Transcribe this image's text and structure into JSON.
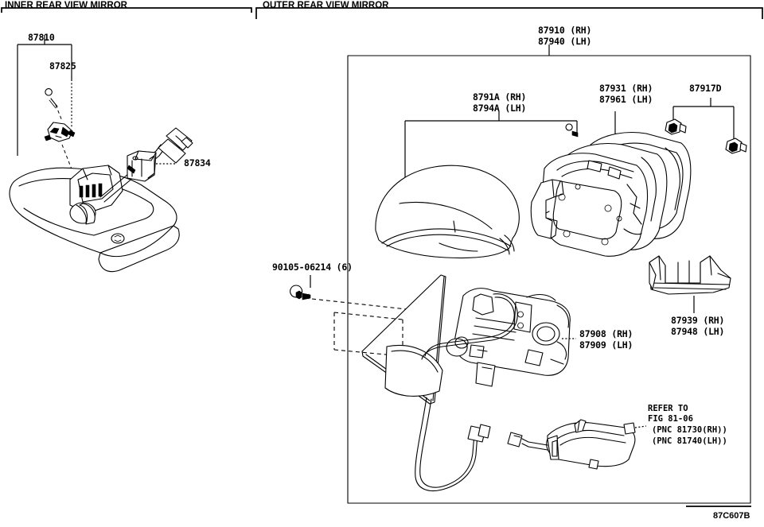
{
  "figure": {
    "code": "87C607B",
    "sections": [
      {
        "id": "inner",
        "title": "INNER REAR VIEW MIRROR"
      },
      {
        "id": "outer",
        "title": "OUTER REAR VIEW MIRROR"
      }
    ]
  },
  "inner_mirror": {
    "callouts": [
      {
        "name": "mirror-assembly",
        "text": "87810"
      },
      {
        "name": "mirror-stay-holder",
        "text": "87825"
      },
      {
        "name": "mirror-cover-bracket",
        "text": "87834"
      }
    ]
  },
  "outer_mirror": {
    "callouts": [
      {
        "name": "mirror-assembly-rh",
        "text": "87910 (RH)"
      },
      {
        "name": "mirror-assembly-lh",
        "text": "87940 (LH)"
      },
      {
        "name": "mirror-cover-rh",
        "text": "8791A (RH)"
      },
      {
        "name": "mirror-cover-lh",
        "text": "8794A (LH)"
      },
      {
        "name": "mirror-housing-rh",
        "text": "87931 (RH)"
      },
      {
        "name": "mirror-housing-lh",
        "text": "87961 (LH)"
      },
      {
        "name": "mirror-clip",
        "text": "87917D"
      },
      {
        "name": "mirror-glass-rh",
        "text": "87908 (RH)"
      },
      {
        "name": "mirror-glass-lh",
        "text": "87909 (LH)"
      },
      {
        "name": "mirror-retainer-rh",
        "text": "87939 (RH)"
      },
      {
        "name": "mirror-retainer-lh",
        "text": "87948 (LH)"
      },
      {
        "name": "mounting-bolt",
        "text": "90105-06214 (6)"
      }
    ],
    "reference_note": {
      "line1": "REFER TO",
      "line2": "FIG 81-06",
      "line3": "(PNC 81730(RH))",
      "line4": "(PNC 81740(LH))"
    }
  }
}
